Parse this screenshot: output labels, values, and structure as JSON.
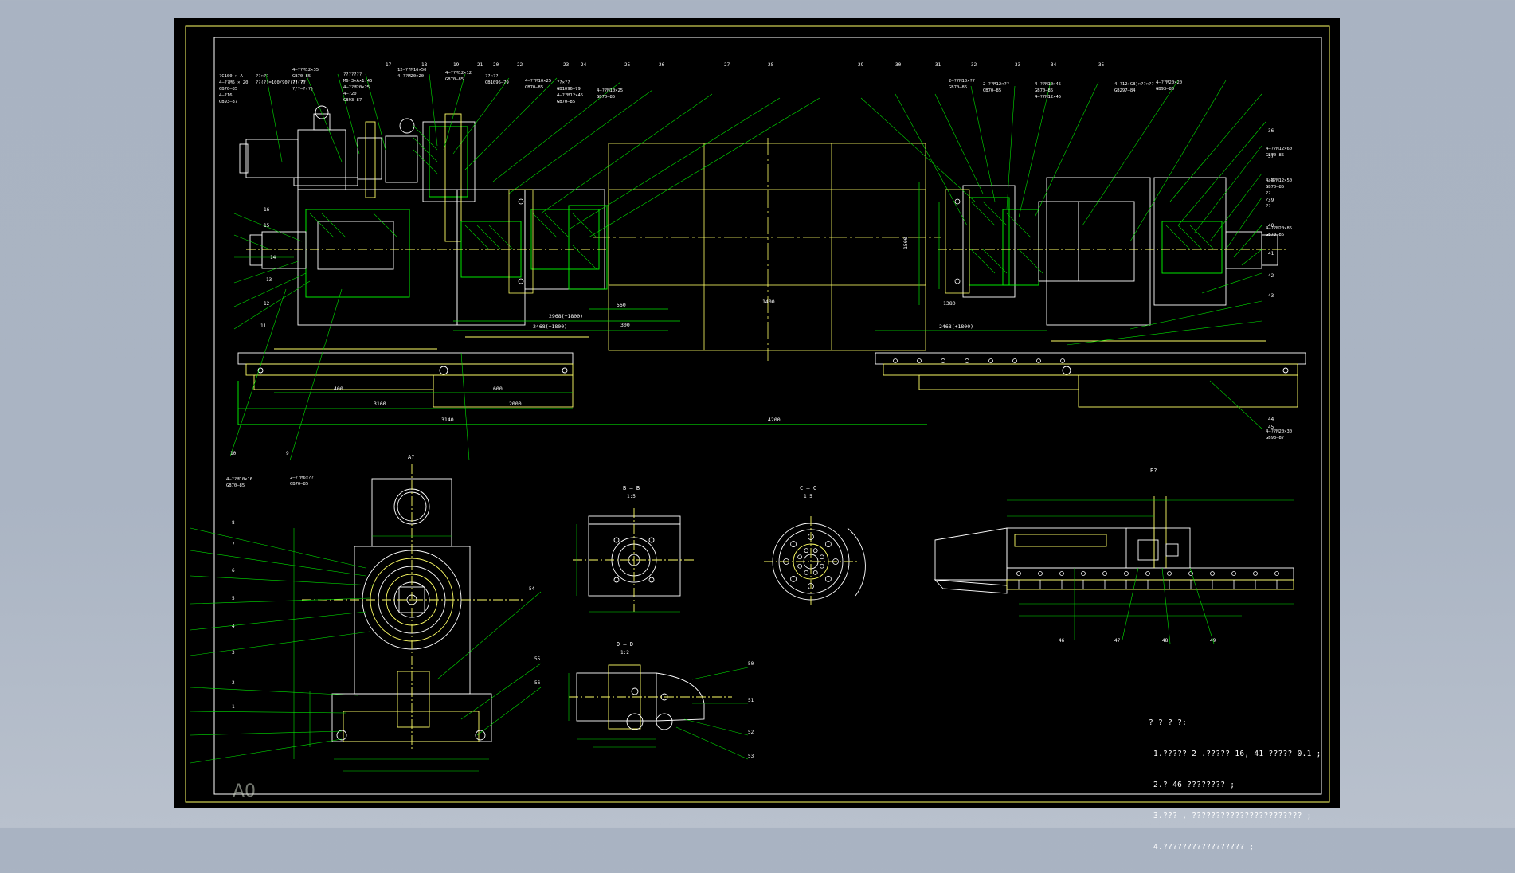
{
  "drawing": {
    "background_color": "#000000",
    "viewport_color": "#aab4c3",
    "line_colors": {
      "outline": "#ffffff",
      "dimension": "#00e000",
      "leader": "#ffff00",
      "hatch": "#00ff00",
      "hidden": "#ffff66"
    },
    "corner_label": "A0",
    "technical_notes": [
      "? ? ? ?:",
      "1.????? 2 .????? 16, 41 ????? 0.1 ;",
      "2.? 46 ???????? ;",
      "3.??? , ??????????????????????? ;",
      "4.????????????????? ;"
    ],
    "view_titles": {
      "left_view": "A?",
      "section_bb": "B — B",
      "section_bb_scale": "1:5",
      "section_cc": "C — C",
      "section_cc_scale": "1:5",
      "section_dd": "D — D",
      "section_dd_scale": "1:2",
      "right_view": "E?"
    },
    "main_dimensions": {
      "left_top_1": "2968(+1800)",
      "left_top_2": "2468(+1800)",
      "right_top": "2468(+1800)",
      "left_bottom_total": "3140",
      "right_bottom_total": "4200",
      "drum_height": "1500",
      "span": "1400",
      "d1": "300",
      "d2": "400",
      "d3": "600",
      "d4": "3160",
      "d5": "560",
      "d6": "2000",
      "d7": "1380"
    },
    "balloon_numbers_top": [
      "21",
      "17",
      "18",
      "19",
      "20",
      "22",
      "23",
      "24",
      "25",
      "26",
      "27",
      "28",
      "29",
      "30",
      "31",
      "32",
      "33",
      "34",
      "35"
    ],
    "balloon_numbers_right": [
      "36",
      "37",
      "38",
      "39",
      "40",
      "41",
      "42",
      "43",
      "44",
      "45"
    ],
    "balloon_numbers_left": [
      "16",
      "15",
      "14",
      "13",
      "12",
      "11",
      "10",
      "9",
      "8",
      "7",
      "6",
      "5",
      "4",
      "3",
      "2",
      "1"
    ],
    "balloon_numbers_bottom": [
      "46",
      "47",
      "48",
      "49",
      "50",
      "51",
      "52",
      "53",
      "54",
      "55",
      "56"
    ],
    "part_callouts": {
      "c1": [
        "?C100 × A",
        "4—??M6 × 20",
        "GB70—85",
        "4—?16",
        "GB93—87"
      ],
      "c2": [
        "??×??",
        "??(?)=100/90?(?)(??)"
      ],
      "c3": [
        "4—??M12×35",
        "GB70—85",
        "??(?)",
        "?/?—?(?)"
      ],
      "c4": [
        "???????",
        "M6-3×A×1.45",
        "4—??M20×25",
        "4—?20",
        "GB93—87"
      ],
      "c5": [
        "12—??M16×50",
        "4—??M20×20"
      ],
      "c6": [
        "4—??M12×12",
        "GB70—85"
      ],
      "c7": [
        "??×??",
        "GB1096—79"
      ],
      "c8": [
        "4—??M10×25",
        "GB70—85"
      ],
      "c9": [
        "??×??",
        "GB1096—79",
        "4—??M12×45",
        "GB70—85"
      ],
      "c10": [
        "4—??M10×25",
        "GB70—85"
      ],
      "c11": [
        "4—?12(GB)×??×??",
        "GB297—84"
      ],
      "c12": [
        "4—??M20×20",
        "GB93—85"
      ],
      "c13": [
        "4—??M10×45",
        "GB70—85",
        "4—??M12×45"
      ],
      "c14": [
        "2—??M10×??",
        "GB70—85"
      ],
      "c15": [
        "2—??M12×??",
        "GB70—85"
      ],
      "c16": [
        "4—??M12×60",
        "GB70—85"
      ],
      "c17": [
        "4—??M12×50",
        "GB70—85",
        "??",
        "??",
        "??"
      ],
      "c18": [
        "4—??M20×85",
        "GB70—85"
      ],
      "c19": [
        "4—??M20×30",
        "GB93—87"
      ],
      "c20": [
        "4—??M10×16",
        "GB70—85"
      ],
      "c21": [
        "2—??M6×??",
        "GB70—85"
      ]
    }
  }
}
